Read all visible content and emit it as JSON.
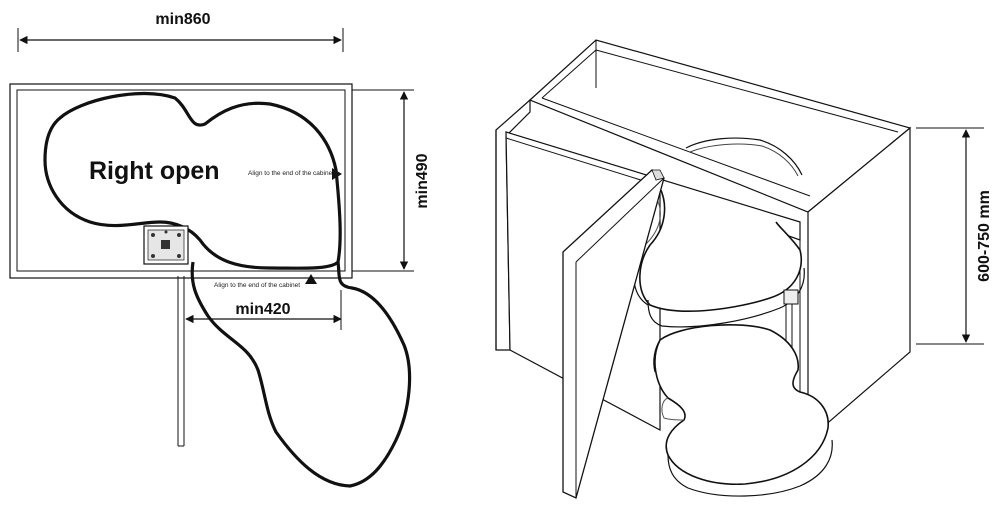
{
  "plan": {
    "dim_width": "min860",
    "dim_depth": "min490",
    "dim_door": "min420",
    "title": "Right open",
    "align_note_1": "Align to the end of the cabinet",
    "align_note_2": "Align to the end of the cabinet"
  },
  "perspective": {
    "dim_height": "600-750 mm"
  },
  "colors": {
    "line": "#111111",
    "tray": "#555555",
    "panel_fill": "#ffffff"
  }
}
